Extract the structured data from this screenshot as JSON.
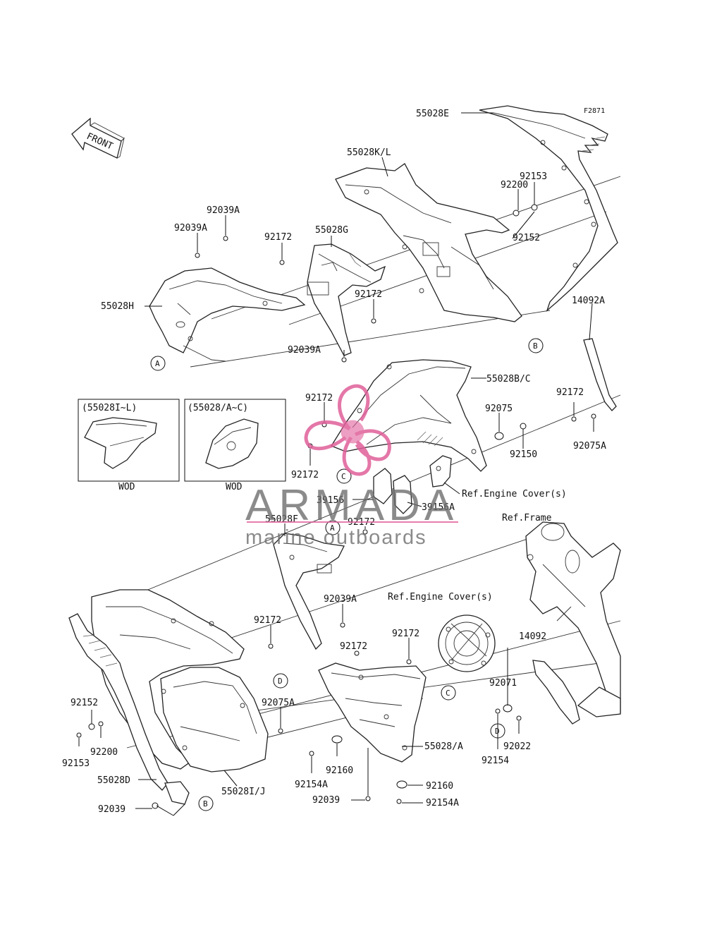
{
  "figure_code": "F2871",
  "front_marker": "FRONT",
  "callouts": {
    "A": "A",
    "B": "B",
    "C": "C",
    "D": "D"
  },
  "inset_boxes": [
    {
      "label": "(55028I~L)",
      "caption": "WOD"
    },
    {
      "label": "(55028/A~C)",
      "caption": "WOD"
    }
  ],
  "references": {
    "engine_cover_upper": "Ref.Engine Cover(s)",
    "engine_cover_lower": "Ref.Engine Cover(s)",
    "frame": "Ref.Frame"
  },
  "parts": {
    "p55028E": "55028E",
    "p55028KL": "55028K/L",
    "p92153_top": "92153",
    "p92200_top": "92200",
    "p92152_top": "92152",
    "p92039A_1": "92039A",
    "p92039A_2": "92039A",
    "p92172_1": "92172",
    "p55028G": "55028G",
    "p92172_2": "92172",
    "p55028H": "55028H",
    "p92039A_3": "92039A",
    "p14092A": "14092A",
    "p55028BC": "55028B/C",
    "p92172_3": "92172",
    "p92075": "92075",
    "p92172_4": "92172",
    "p92150": "92150",
    "p92075A_1": "92075A",
    "p92172_5": "92172",
    "p39156": "39156",
    "p39156A": "39156A",
    "p55028F": "55028F",
    "p92172_6": "92172",
    "p92039A_4": "92039A",
    "p92172_7": "92172",
    "p92172_8": "92172",
    "p92172_9": "92172",
    "p14092": "14092",
    "p92071": "92071",
    "p92075A_2": "92075A",
    "p92152_bot": "92152",
    "p92200_bot": "92200",
    "p92153_bot": "92153",
    "p92022": "92022",
    "p92154": "92154",
    "p55028A": "55028/A",
    "p92160_1": "92160",
    "p92154A_1": "92154A",
    "p92160_2": "92160",
    "p92154A_2": "92154A",
    "p92039": "92039",
    "p92039_bot": "92039",
    "p55028D": "55028D",
    "p55028IJ": "55028I/J"
  },
  "watermark": {
    "brand": "ARMADA",
    "tagline": "marine outboards",
    "accent_color": "#e0609a",
    "text_color": "#6b6b6b"
  }
}
